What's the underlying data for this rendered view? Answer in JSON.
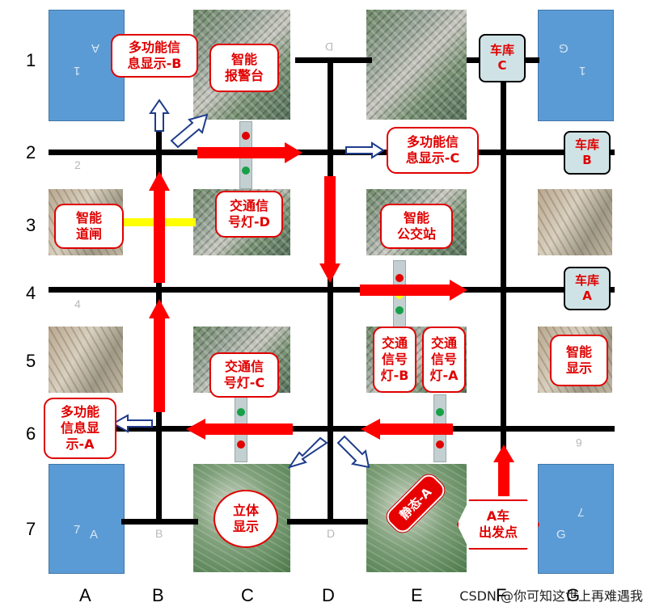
{
  "axis": {
    "rows": [
      "1",
      "2",
      "3",
      "4",
      "5",
      "6",
      "7"
    ],
    "cols": [
      "A",
      "B",
      "C",
      "D",
      "E",
      "F",
      "G"
    ]
  },
  "faint_marks": {
    "r2": "2",
    "r4": "4",
    "r6": "6",
    "d_top": "D",
    "b_bottom": "B",
    "d_bottom": "D",
    "lot_a1": "A",
    "lot_1": "1",
    "lot_g1": "G",
    "lot_1b": "1",
    "lot_7a": "7",
    "lot_a": "A",
    "lot_7g": "7",
    "lot_g": "G"
  },
  "labels": {
    "info_b": "多功能信\n息显示-B",
    "alarm": "智能\n报警台",
    "info_c": "多功能信\n息显示-C",
    "gate": "智能\n道闸",
    "light_d": "交通信\n号灯-D",
    "bus": "智能\n公交站",
    "light_c": "交通信\n号灯-C",
    "light_b": "交通\n信号\n灯-B",
    "light_a": "交通\n信号\n灯-A",
    "smart_display": "智能\n显示",
    "info_a": "多功能\n信息显\n示-A",
    "stereo_display": "立体\n显示",
    "static_a": "静态-A",
    "car_start": "A车\n出发点"
  },
  "garages": {
    "c": "车库\nC",
    "b": "车库\nB",
    "a": "车库\nA"
  },
  "colors": {
    "arrow_red": "#ff0000",
    "barrier_yellow": "#ffff00",
    "lot_blue": "#5b9bd5",
    "garage_fill": "#cfe3e6"
  },
  "watermark": "CSDN @你可知这世上再难遇我"
}
